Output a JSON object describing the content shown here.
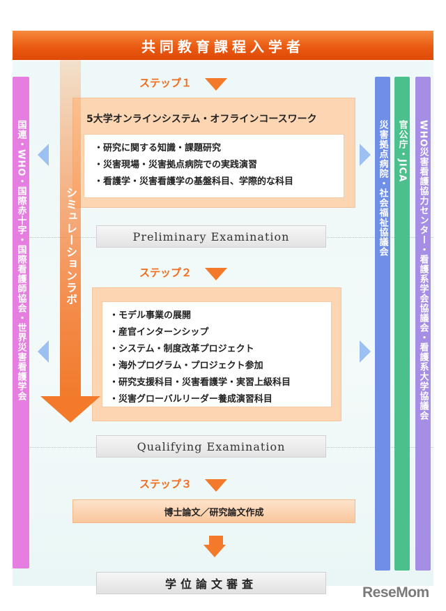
{
  "header": {
    "title": "共同教育課程入学者"
  },
  "steps": {
    "step1": "ステップ１",
    "step2": "ステップ２",
    "step3": "ステップ３"
  },
  "box1": {
    "title": "5大学オンラインシステム・オフラインコースワーク",
    "items": [
      "・研究に関する知識・課題研究",
      "・災害現場・災害拠点病院での実践演習",
      "・看護学・災害看護学の基盤科目、学際的な科目"
    ]
  },
  "exams": {
    "preliminary": "Preliminary Examination",
    "qualifying": "Qualifying Examination"
  },
  "box2": {
    "items": [
      "・モデル事業の展開",
      "・産官インターンシップ",
      "・システム・制度改革プロジェクト",
      "・海外プログラム・プロジェクト参加",
      "・研究支援科目・災害看護学・実習上級科目",
      "・災害グローバルリーダー養成演習科目"
    ]
  },
  "thesis": "博士論文／研究論文作成",
  "final": "学位論文審査",
  "simulation": "シミュレーションラボ",
  "side": {
    "left": "国連・WHO・国際赤十字・国際看護師協会・世界災害看護学会",
    "blue": "災害拠点病院・社会福祉協議会",
    "green": "官公庁・JICA",
    "purple": "WHO災害看護協力センター・看護系学会協議会・看護系大学協議会"
  },
  "colors": {
    "header": "#e8580f",
    "accent": "#f27a2a",
    "left_bar": "#e57ee0",
    "blue_bar": "#6f8fe6",
    "green_bar": "#4bbf8c",
    "purple_bar": "#a58ee4"
  },
  "logo": "ReseMom"
}
